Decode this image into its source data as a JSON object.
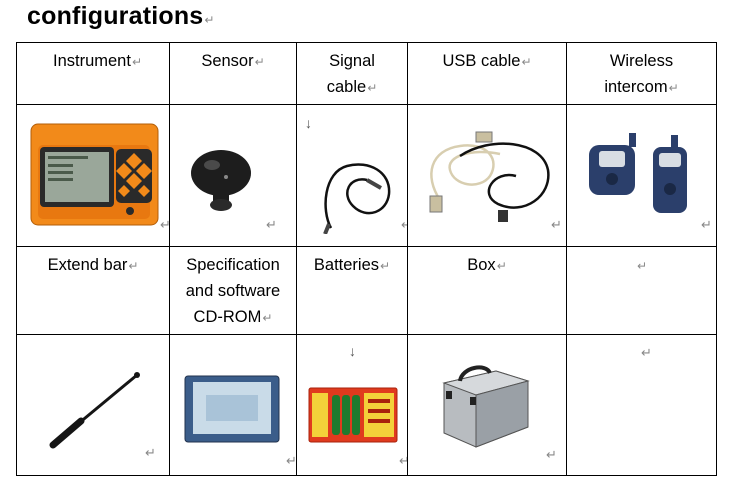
{
  "title": "configurations",
  "paragraph_mark": "↵",
  "down_arrow": "↓",
  "row1_headers": [
    {
      "lines": [
        "Instrument"
      ]
    },
    {
      "lines": [
        "Sensor"
      ]
    },
    {
      "lines": [
        "Signal",
        "cable"
      ]
    },
    {
      "lines": [
        "USB cable"
      ]
    },
    {
      "lines": [
        "Wireless",
        "intercom"
      ]
    }
  ],
  "row2_headers": [
    {
      "lines": [
        "Extend bar"
      ]
    },
    {
      "lines": [
        "Specification",
        "and software",
        "CD-ROM"
      ]
    },
    {
      "lines": [
        "Batteries"
      ]
    },
    {
      "lines": [
        "Box"
      ]
    },
    {
      "lines": [
        ""
      ]
    }
  ],
  "colors": {
    "instrument_orange": "#f28a1a",
    "sensor_black": "#1d1d1d",
    "intercom_blue": "#2b3f6b"
  }
}
